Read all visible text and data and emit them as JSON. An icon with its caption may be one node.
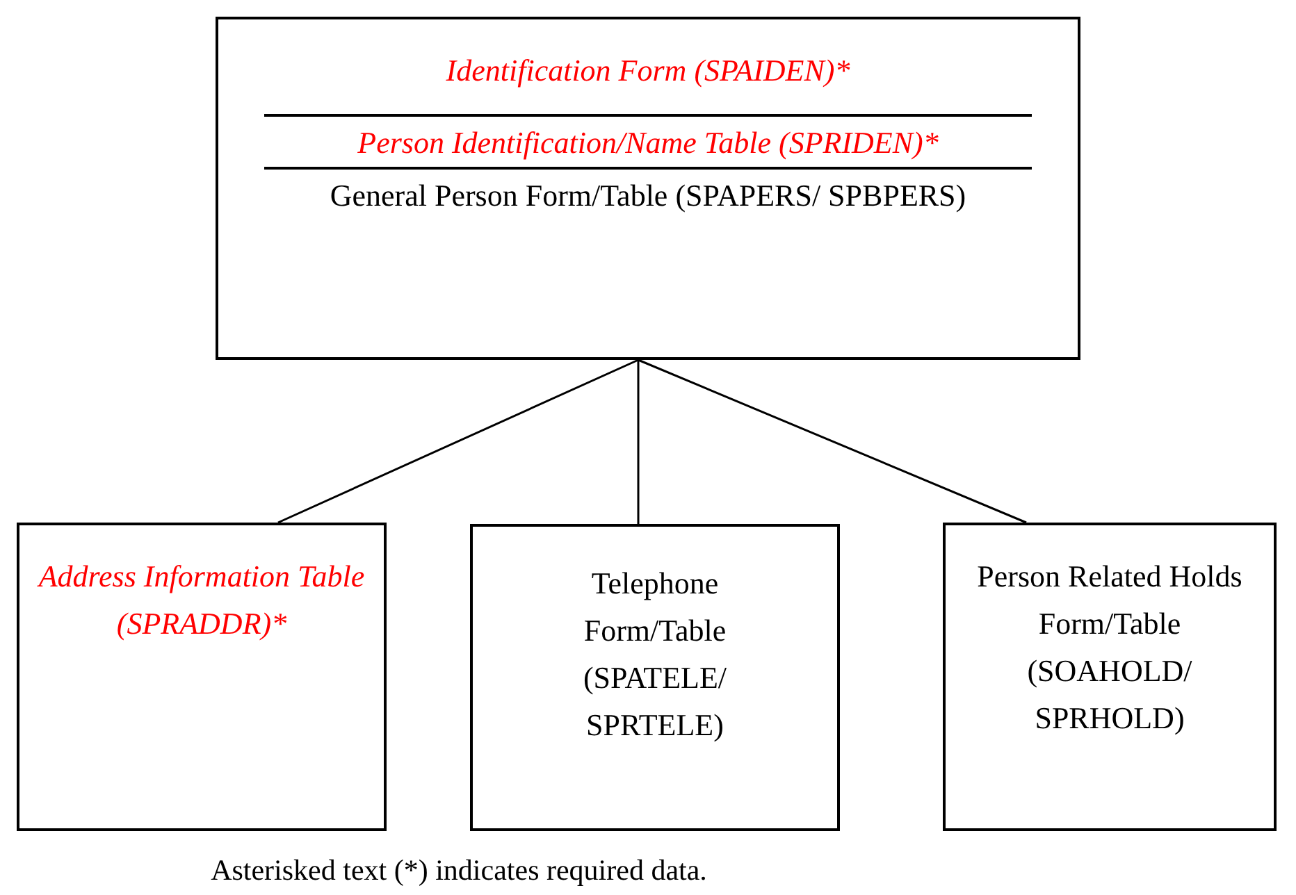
{
  "diagram": {
    "caption": "Asterisked text (*) indicates required data.",
    "nodes": [
      {
        "text": [
          "Identification Form (SPAIDEN)*",
          "Person Identification/Name Table (SPRIDEN)*",
          "General Person Form/Table (SPAPERS/ SPBPERS)"
        ]
      },
      {
        "text": [
          "Address Information Table (SPRADDR)*"
        ]
      },
      {
        "text": [
          "Telephone Form/Table (SPATELE/ SPRTELE)"
        ]
      },
      {
        "text": [
          "Person Related Holds Form/Table (SOAHOLD/ SPRHOLD)"
        ]
      }
    ],
    "edges": [
      {
        "from": 0,
        "to": 1,
        "arrow": "none"
      },
      {
        "from": 0,
        "to": 2,
        "arrow": "none"
      },
      {
        "from": 0,
        "to": 3,
        "arrow": "none"
      }
    ]
  }
}
